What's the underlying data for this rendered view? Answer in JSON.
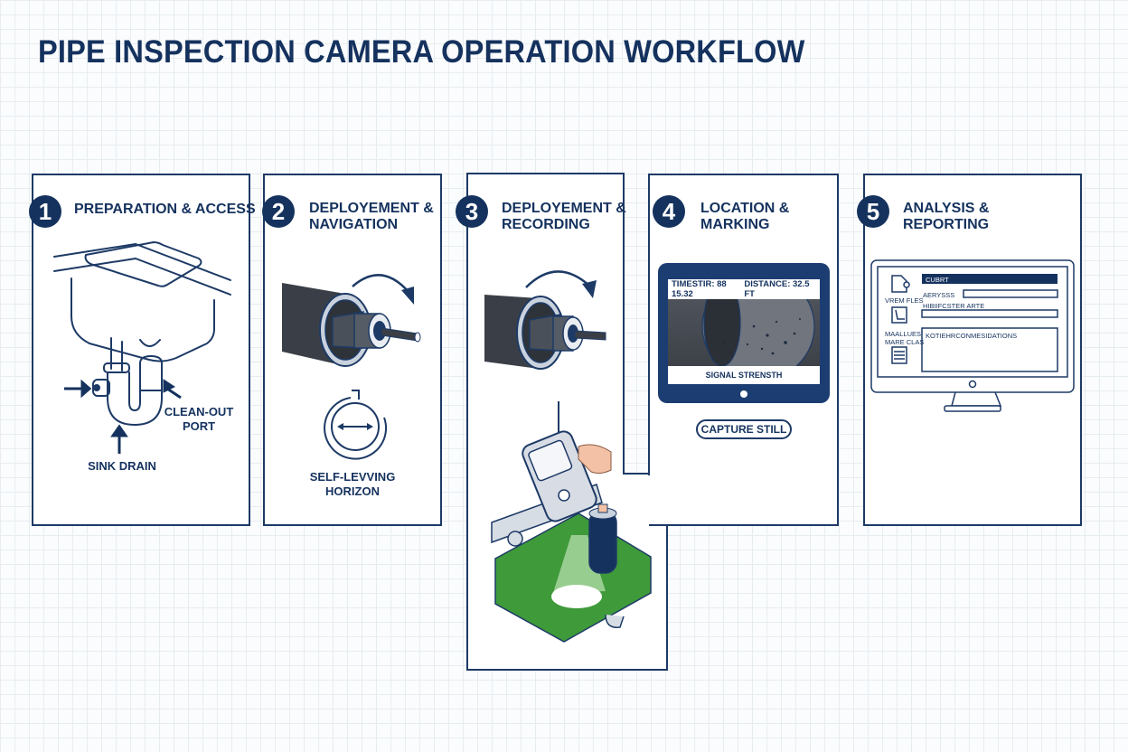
{
  "title": "PIPE INSPECTION CAMERA OPERATION WORKFLOW",
  "colors": {
    "navy": "#15325e",
    "panel_border": "#1d3a66",
    "grass_green": "#3f9a3a",
    "pipe_dark": "#3a3f47",
    "background_grid": "#e6edf1"
  },
  "steps": [
    {
      "number": "1",
      "title_line1": "PREPARATION & ACCESS",
      "title_line2": "",
      "illustration": "sink-trap-icon",
      "labels": {
        "clean_out_1": "CLEAN-OUT",
        "clean_out_2": "PORT",
        "sink_drain": "SINK DRAIN"
      }
    },
    {
      "number": "2",
      "title_line1": "DEPLOYEMENT &",
      "title_line2": "NAVIGATION",
      "illustration": "camera-in-pipe-icon",
      "labels": {
        "horizon_1": "SELF-LEVVING",
        "horizon_2": "HORIZON"
      }
    },
    {
      "number": "3",
      "title_line1": "DEPLOYEMENT &",
      "title_line2": "RECORDING",
      "illustration": "locator-and-marking-spray-icon"
    },
    {
      "number": "4",
      "title_line1": "LOCATION &",
      "title_line2": "MARKING",
      "illustration": "monitor-tablet-icon",
      "screen": {
        "timestamp": "TIMESTIR: 88 15.32",
        "distance": "DISTANCE: 32.5 FT",
        "signal": "SIGNAL STRENSTH"
      },
      "button": "CAPTURE STILL"
    },
    {
      "number": "5",
      "title_line1": "ANALYSIS &",
      "title_line2": "REPORTING",
      "illustration": "desktop-monitor-icon",
      "screen": {
        "header": "CUBRT",
        "field1": "AERYSSS",
        "field2": "HIBIIFCSTER ARTE",
        "notes": "KOTIEHRCONMESIDATIONS",
        "side1": "VREM FLES",
        "side2a": "MAALLUES",
        "side2b": "MARE CLAS"
      }
    }
  ]
}
